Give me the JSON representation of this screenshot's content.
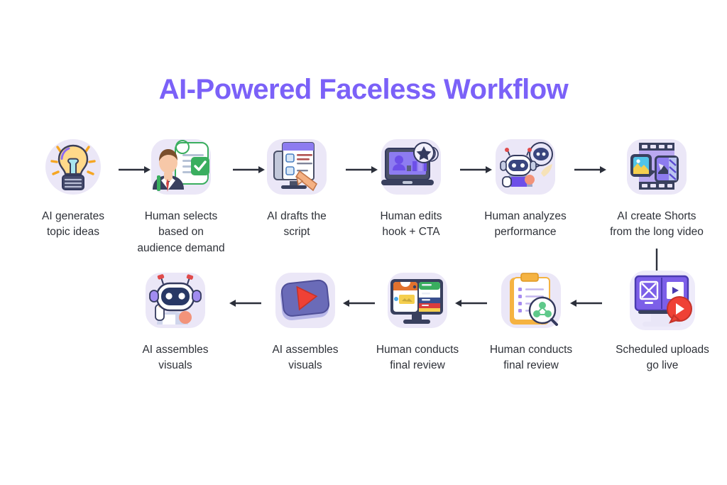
{
  "header": {
    "title": "AI-Powered Faceless Workflow",
    "title_color": "#7b61f8"
  },
  "theme": {
    "background": "#ffffff",
    "icon_backdrop": "#ebe7f7",
    "arrow_color": "#2b2f3a",
    "label_color": "#2e3138",
    "accent_purple": "#7b61f8",
    "accent_red": "#ef4136",
    "accent_green": "#3aae5f",
    "accent_orange": "#f5a623",
    "accent_navy": "#343a5e"
  },
  "workflow": {
    "rows": [
      {
        "name": "top-row",
        "direction": "left-to-right",
        "steps": [
          {
            "id": "step-1",
            "label": "AI generates\ntopic ideas",
            "icon": "lightbulb-icon"
          },
          {
            "id": "step-2",
            "label": "Human selects\nbased on\naudience demand",
            "icon": "person-checklist-icon"
          },
          {
            "id": "step-3",
            "label": "AI drafts the\nscript",
            "icon": "monitor-document-pencil-icon"
          },
          {
            "id": "step-4",
            "label": "Human edits\nhook + CTA",
            "icon": "laptop-analytics-star-icon"
          },
          {
            "id": "step-5",
            "label": "Human analyzes\nperformance",
            "icon": "robot-chat-icon"
          },
          {
            "id": "step-6",
            "label": "AI create Shorts\nfrom the long video",
            "icon": "film-strip-images-icon"
          }
        ]
      },
      {
        "name": "bottom-row",
        "direction": "right-to-left",
        "steps": [
          {
            "id": "step-7",
            "label": "Scheduled uploads\ngo live",
            "icon": "monitor-play-bubble-icon"
          },
          {
            "id": "step-8",
            "label": "Human conducts\nfinal review",
            "icon": "clipboard-magnifier-icon"
          },
          {
            "id": "step-9",
            "label": "Human conducts\nfinal review",
            "icon": "monitor-panels-icon"
          },
          {
            "id": "step-10",
            "label": "AI assembles\nvisuals",
            "icon": "play-button-icon"
          },
          {
            "id": "step-11",
            "label": "AI assembles\nvisuals",
            "icon": "robot-head-icon"
          }
        ]
      }
    ],
    "connectors": {
      "top_arrows": 5,
      "bottom_arrows": 4,
      "vertical_arrow": 1,
      "arrow_glyph": "→"
    }
  }
}
